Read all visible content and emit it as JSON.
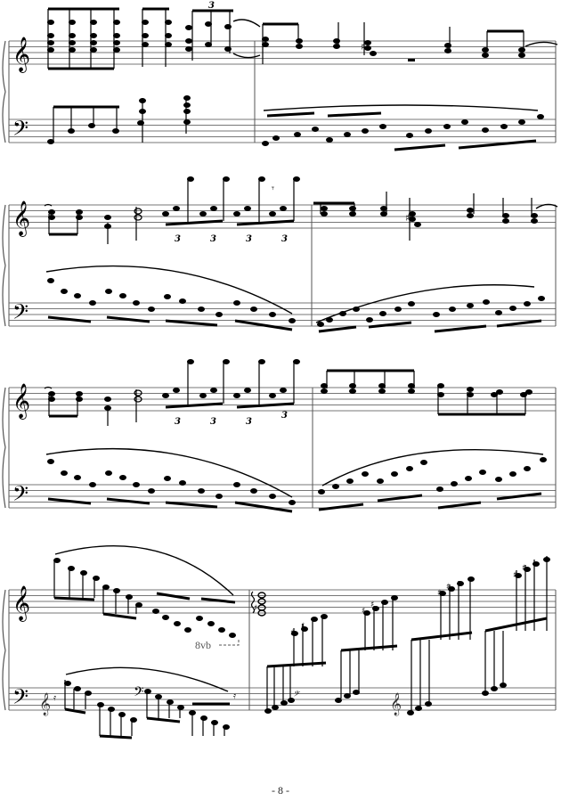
{
  "document": {
    "type": "piano sheet music",
    "page_number": "- 8 -",
    "systems": [
      {
        "index": 1,
        "treble_clef": "treble-clef",
        "bass_clef": "bass-clef",
        "measures": 2,
        "tuplet_labels": [
          "3"
        ]
      },
      {
        "index": 2,
        "treble_clef": "treble-clef",
        "bass_clef": "bass-clef",
        "measures": 2,
        "tuplet_labels": [
          "3",
          "3",
          "3",
          "3"
        ]
      },
      {
        "index": 3,
        "treble_clef": "treble-clef",
        "bass_clef": "bass-clef",
        "measures": 2,
        "tuplet_labels": [
          "3",
          "3",
          "3",
          "3"
        ]
      },
      {
        "index": 4,
        "treble_clef": "treble-clef",
        "bass_clef": "bass-clef",
        "measures": 2,
        "ottava_label": "8vb"
      }
    ]
  },
  "labels": {
    "tuplet": "3",
    "ottava": "8vb"
  }
}
